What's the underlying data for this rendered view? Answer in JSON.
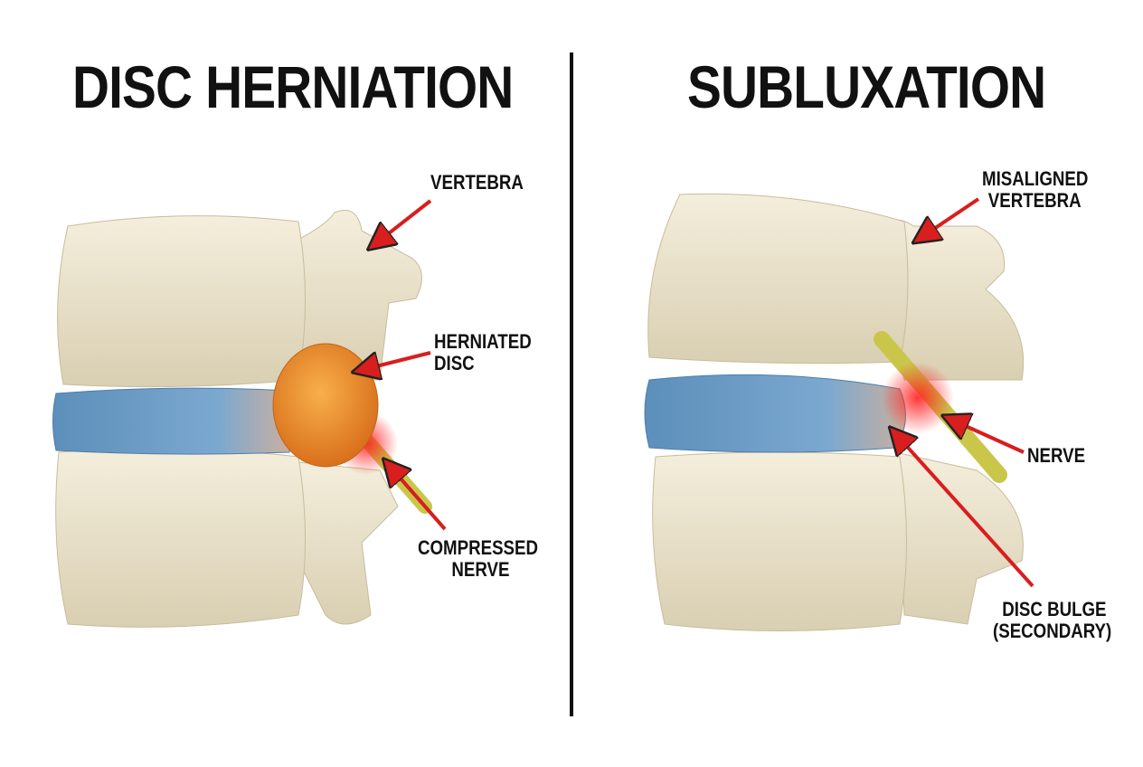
{
  "left_panel": {
    "title": "DISC HERNIATION",
    "labels": {
      "vertebra": "VERTEBRA",
      "herniated_disc_1": "HERNIATED",
      "herniated_disc_2": "DISC",
      "compressed_nerve_1": "COMPRESSED",
      "compressed_nerve_2": "NERVE"
    }
  },
  "right_panel": {
    "title": "SUBLUXATION",
    "labels": {
      "misaligned_vertebra_1": "MISALIGNED",
      "misaligned_vertebra_2": "VERTEBRA",
      "nerve": "NERVE",
      "disc_bulge_1": "DISC BULGE",
      "disc_bulge_2": "(SECONDARY)"
    }
  },
  "colors": {
    "bone": "#ece3cc",
    "disc": "#6b9cc4",
    "herniation": "#e98a2a",
    "nerve": "#c9c64a",
    "inflammation": "#e8202a",
    "arrow": "#d81e1e"
  }
}
